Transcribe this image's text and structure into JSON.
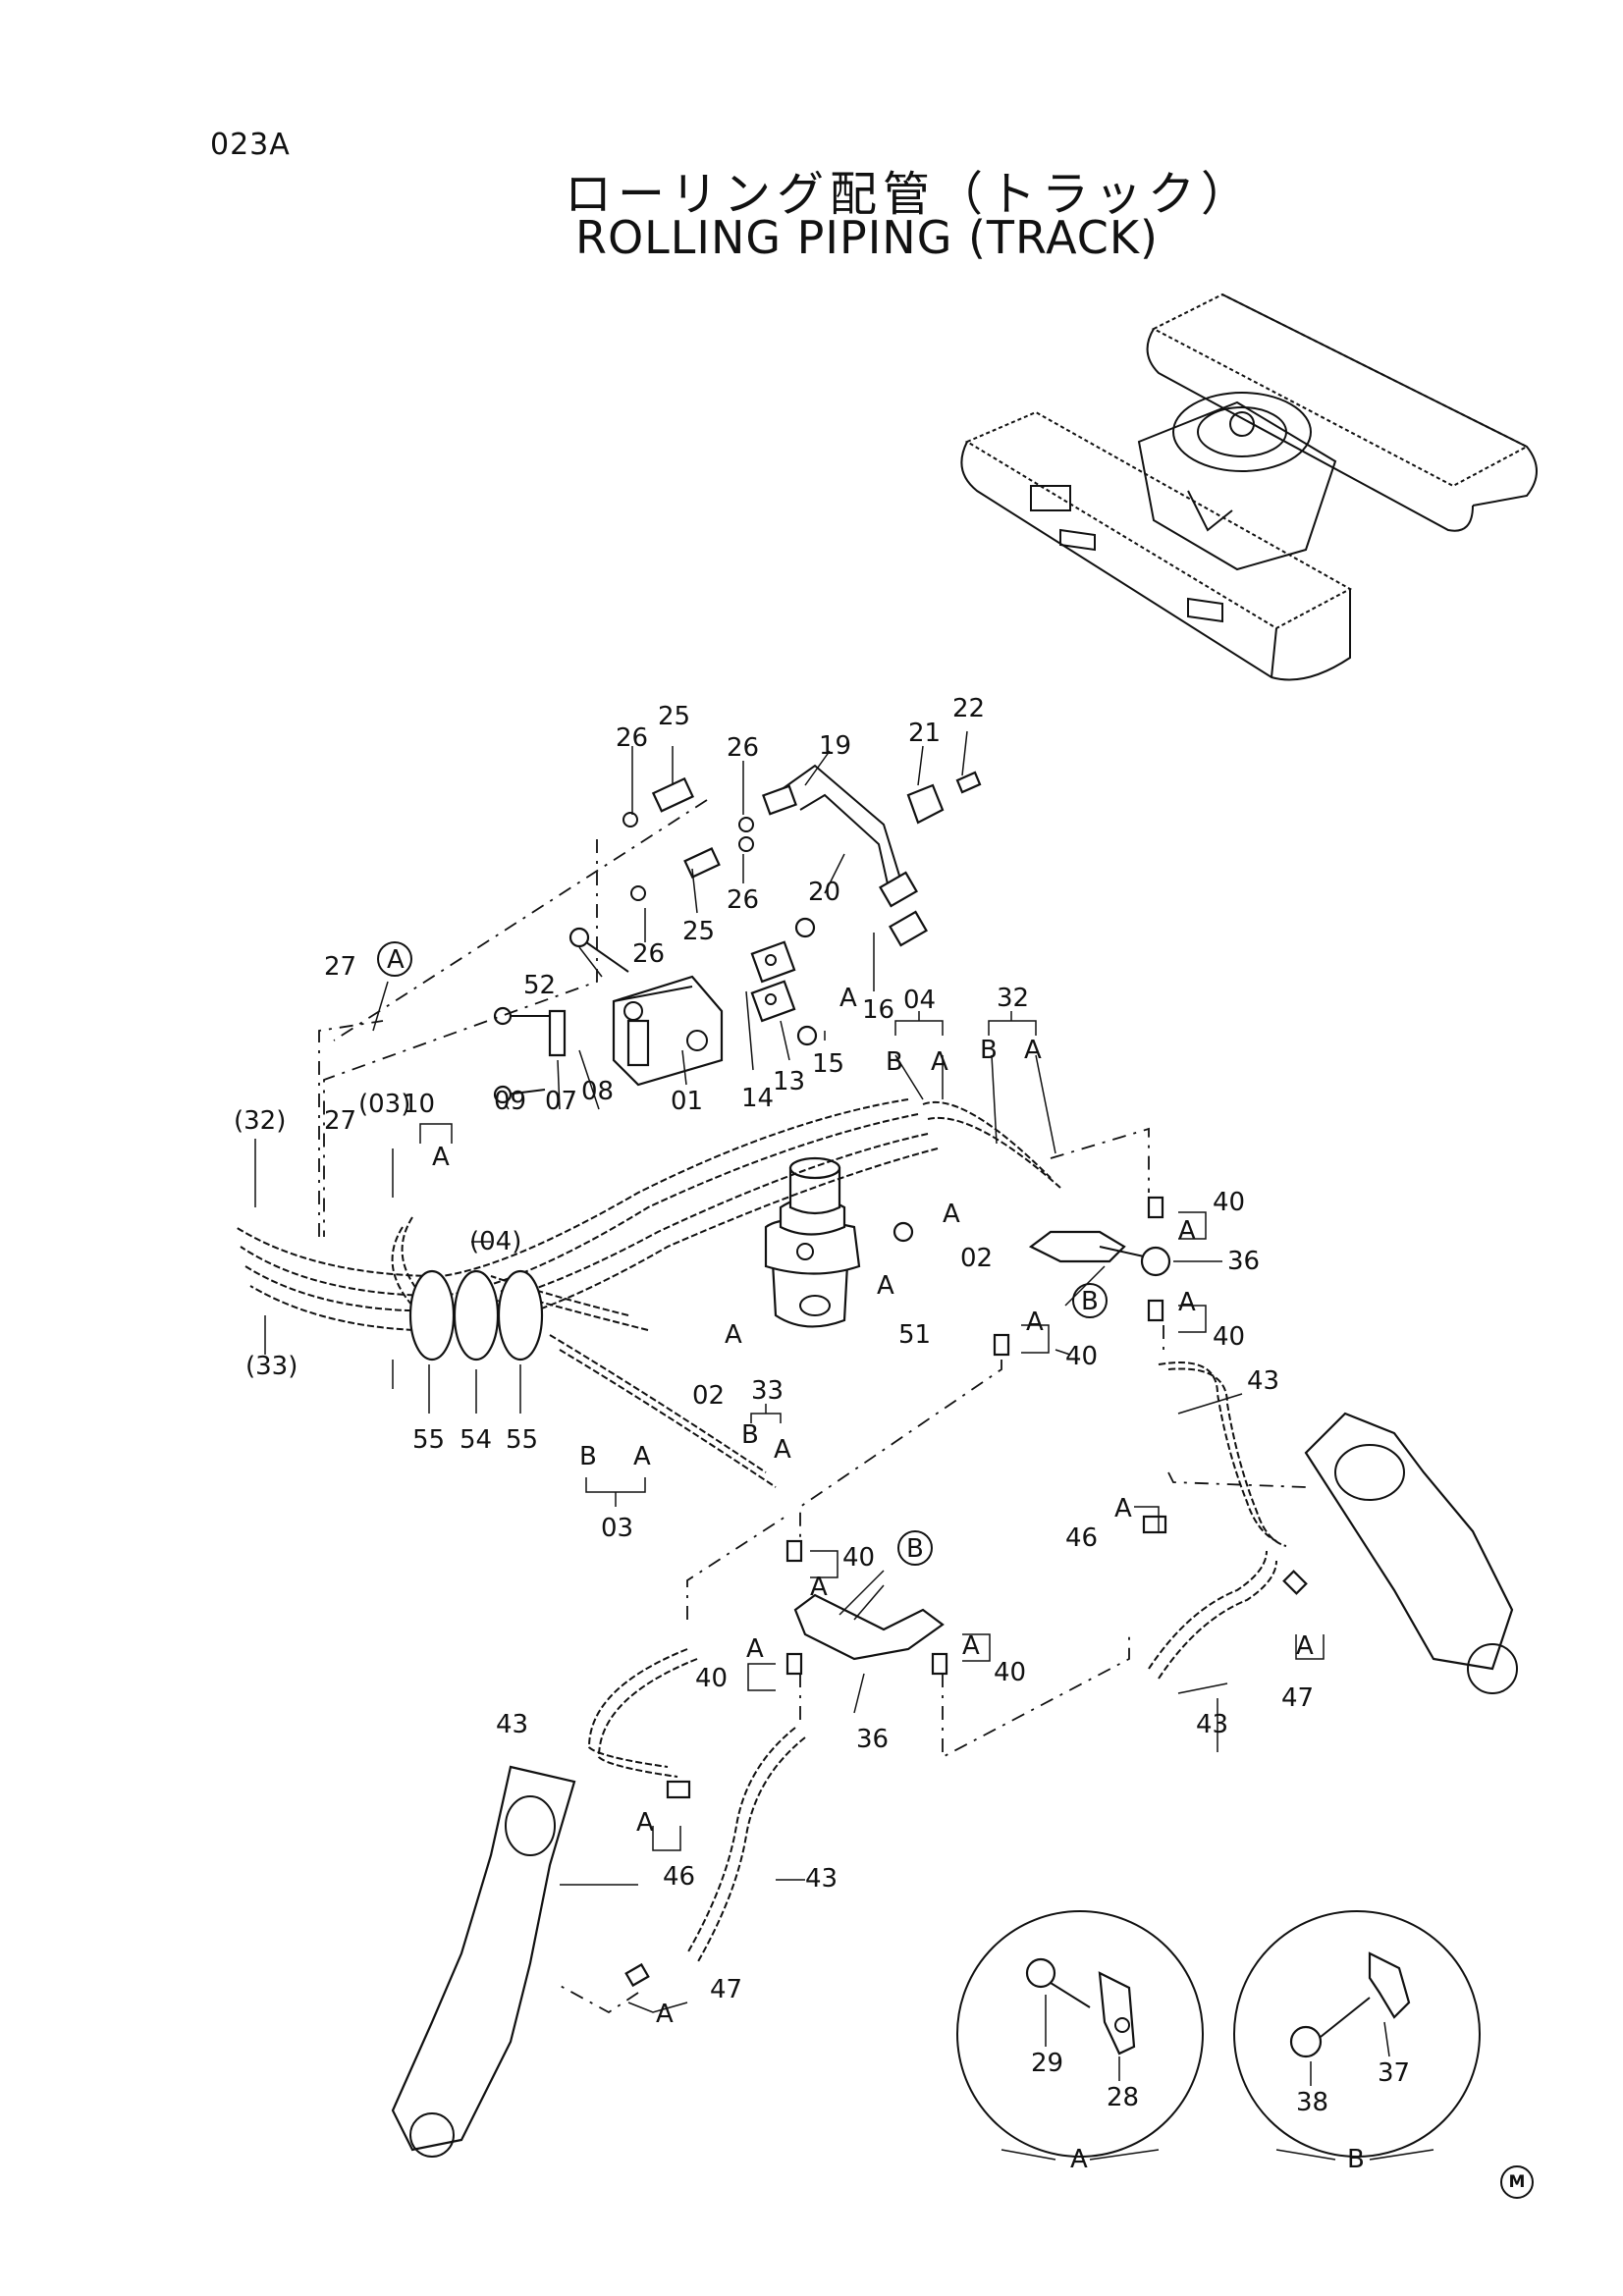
{
  "page_code": "023A",
  "title_jp": "ローリング配管（トラック）",
  "title_en": "ROLLING PIPING (TRACK)",
  "mark": "M",
  "detail_labels": {
    "a": "A",
    "b": "B"
  },
  "callouts": {
    "c25a": "25",
    "c26a": "26",
    "c26b": "26",
    "c19": "19",
    "c21": "21",
    "c22": "22",
    "c26c": "26",
    "c20": "20",
    "c26d": "26",
    "c25b": "25",
    "c27a": "27",
    "cA1": "A",
    "c52": "52",
    "c16": "16",
    "cA2": "A",
    "c04top": "04",
    "cB04": "B",
    "cA04": "A",
    "c32": "32",
    "cB32": "B",
    "cA32": "A",
    "c15": "15",
    "c13": "13",
    "c14": "14",
    "c01": "01",
    "c08": "08",
    "c07": "07",
    "c09": "09",
    "c03p": "(03)",
    "c10": "10",
    "cA3": "A",
    "c27b": "27",
    "c32p": "(32)",
    "c04p": "(04)",
    "c02a": "02",
    "cA4": "A",
    "c40a": "40",
    "cAa": "A",
    "c36a": "36",
    "cB1": "B",
    "c40b": "40",
    "cAb": "A",
    "cA5": "A",
    "c51": "51",
    "c40c": "40",
    "cAc": "A",
    "c02b": "02",
    "cA6": "A",
    "c33p": "(33)",
    "c55a": "55",
    "c54": "54",
    "c55b": "55",
    "c33": "33",
    "cB33": "B",
    "cA33": "A",
    "cB03": "B",
    "cA03": "A",
    "c03": "03",
    "c43a": "43",
    "c46a": "46",
    "cAd": "A",
    "c40d": "40",
    "cAe": "A",
    "cB2": "B",
    "cAf": "A",
    "c40e": "40",
    "cAg": "A",
    "c40f": "40",
    "c36b": "36",
    "c43b": "43",
    "c47a": "47",
    "cA7": "A",
    "c43c": "43",
    "cA8": "A",
    "c46b": "46",
    "c43d": "43",
    "c47b": "47",
    "cA9": "A",
    "c29": "29",
    "c28": "28",
    "c38": "38",
    "c37": "37"
  }
}
